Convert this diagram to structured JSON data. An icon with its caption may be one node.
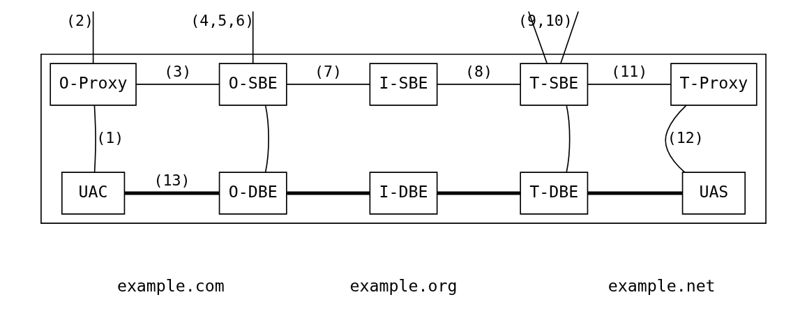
{
  "diagram": {
    "nodes": [
      {
        "text": [],
        "shape": "box"
      },
      {
        "text": [
          "O-Proxy"
        ],
        "in": 0
      },
      {
        "text": [
          "O-SBE"
        ],
        "in": 0
      },
      {
        "text": [
          "I-SBE"
        ],
        "in": 0
      },
      {
        "text": [
          "T-SBE"
        ],
        "in": 0
      },
      {
        "text": [
          "T-Proxy"
        ],
        "in": 0
      },
      {
        "text": [
          "UAC"
        ],
        "in": 0
      },
      {
        "text": [
          "O-DBE"
        ],
        "in": 0
      },
      {
        "text": [
          "I-DBE"
        ],
        "in": 0
      },
      {
        "text": [
          "T-DBE"
        ],
        "in": 0
      },
      {
        "text": [
          "UAS"
        ],
        "in": 0
      }
    ],
    "edges": [
      {
        "from": 1,
        "to": null,
        "arrow": "none",
        "label": "(2)"
      },
      {
        "from": 2,
        "to": null,
        "arrow": "none",
        "label": "(4,5,6)"
      },
      {
        "from": 4,
        "to": null,
        "arrow": "none"
      },
      {
        "from": 4,
        "to": null,
        "arrow": "none",
        "label": "(9,10)"
      },
      {
        "from": 1,
        "to": 2,
        "arrow": "none",
        "label": "(3)"
      },
      {
        "from": 2,
        "to": 3,
        "arrow": "none",
        "label": "(7)"
      },
      {
        "from": 3,
        "to": 4,
        "arrow": "none",
        "label": "(8)"
      },
      {
        "from": 4,
        "to": 5,
        "arrow": "none",
        "label": "(11)"
      },
      {
        "from": 1,
        "to": 6,
        "arrow": "none",
        "label": "(1)"
      },
      {
        "from": 2,
        "to": 7,
        "arrow": "none"
      },
      {
        "from": 4,
        "to": 9,
        "arrow": "none"
      },
      {
        "from": 5,
        "to": 10,
        "arrow": "none",
        "label": "(12)"
      },
      {
        "from": 6,
        "to": 7,
        "arrow": "none",
        "label": "(13)",
        "style": "thick"
      },
      {
        "from": 7,
        "to": 8,
        "arrow": "none",
        "style": "thick"
      },
      {
        "from": 8,
        "to": 9,
        "arrow": "none",
        "style": "thick"
      },
      {
        "from": 9,
        "to": 10,
        "arrow": "none",
        "style": "thick"
      }
    ],
    "labels": [
      "example.com",
      "example.org",
      "example.net"
    ]
  }
}
